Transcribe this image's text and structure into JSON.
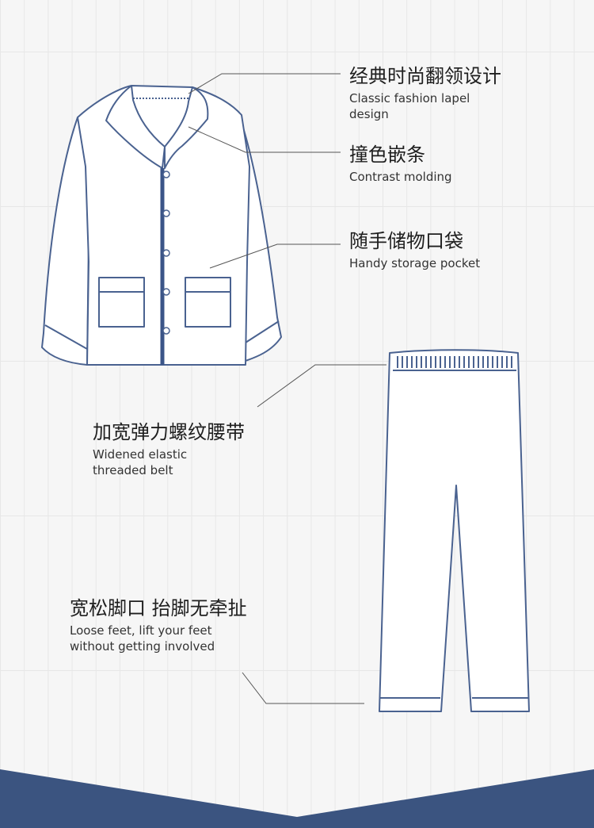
{
  "features": [
    {
      "zh": "经典时尚翻领设计",
      "en": "Classic fashion lapel\ndesign"
    },
    {
      "zh": "撞色嵌条",
      "en": "Contrast molding"
    },
    {
      "zh": "随手储物口袋",
      "en": "Handy storage pocket"
    },
    {
      "zh": "加宽弹力螺纹腰带",
      "en": "Widened elastic\nthreaded belt"
    },
    {
      "zh": "宽松脚口  抬脚无牵扯",
      "en": "Loose feet, lift your feet\n without getting involved"
    }
  ],
  "colors": {
    "outline": "#4a6290",
    "placket": "#3b5588",
    "leader": "#555555",
    "banner": "#3b5480",
    "background": "#f6f6f6"
  }
}
